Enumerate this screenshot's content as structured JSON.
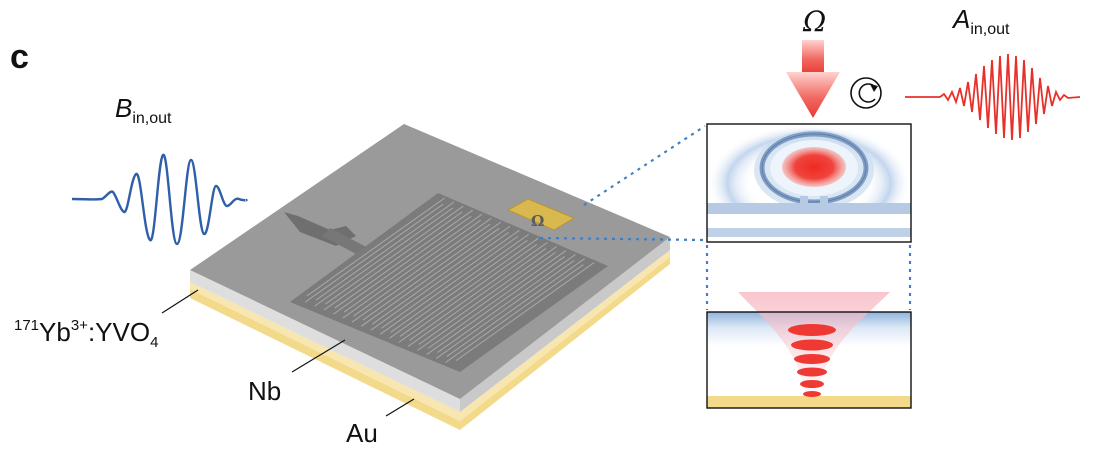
{
  "panel_label": "c",
  "labels": {
    "b_field": {
      "main": "B",
      "sub": "in,out"
    },
    "a_field": {
      "main": "A",
      "sub": "in,out"
    },
    "omega": "Ω",
    "crystal": {
      "mass": "171",
      "ion": "Yb",
      "charge": "3+",
      "host_a": ":YVO",
      "host_sub": "4"
    },
    "niobium": "Nb",
    "gold": "Au",
    "resonator_letter": "Ω"
  },
  "colors": {
    "microwave": "#2f5fa8",
    "optical": "#e8302a",
    "crystal_top": "#9a9a9a",
    "gold": "#f3d98a",
    "zoom_lines": "#3d7ec4"
  }
}
